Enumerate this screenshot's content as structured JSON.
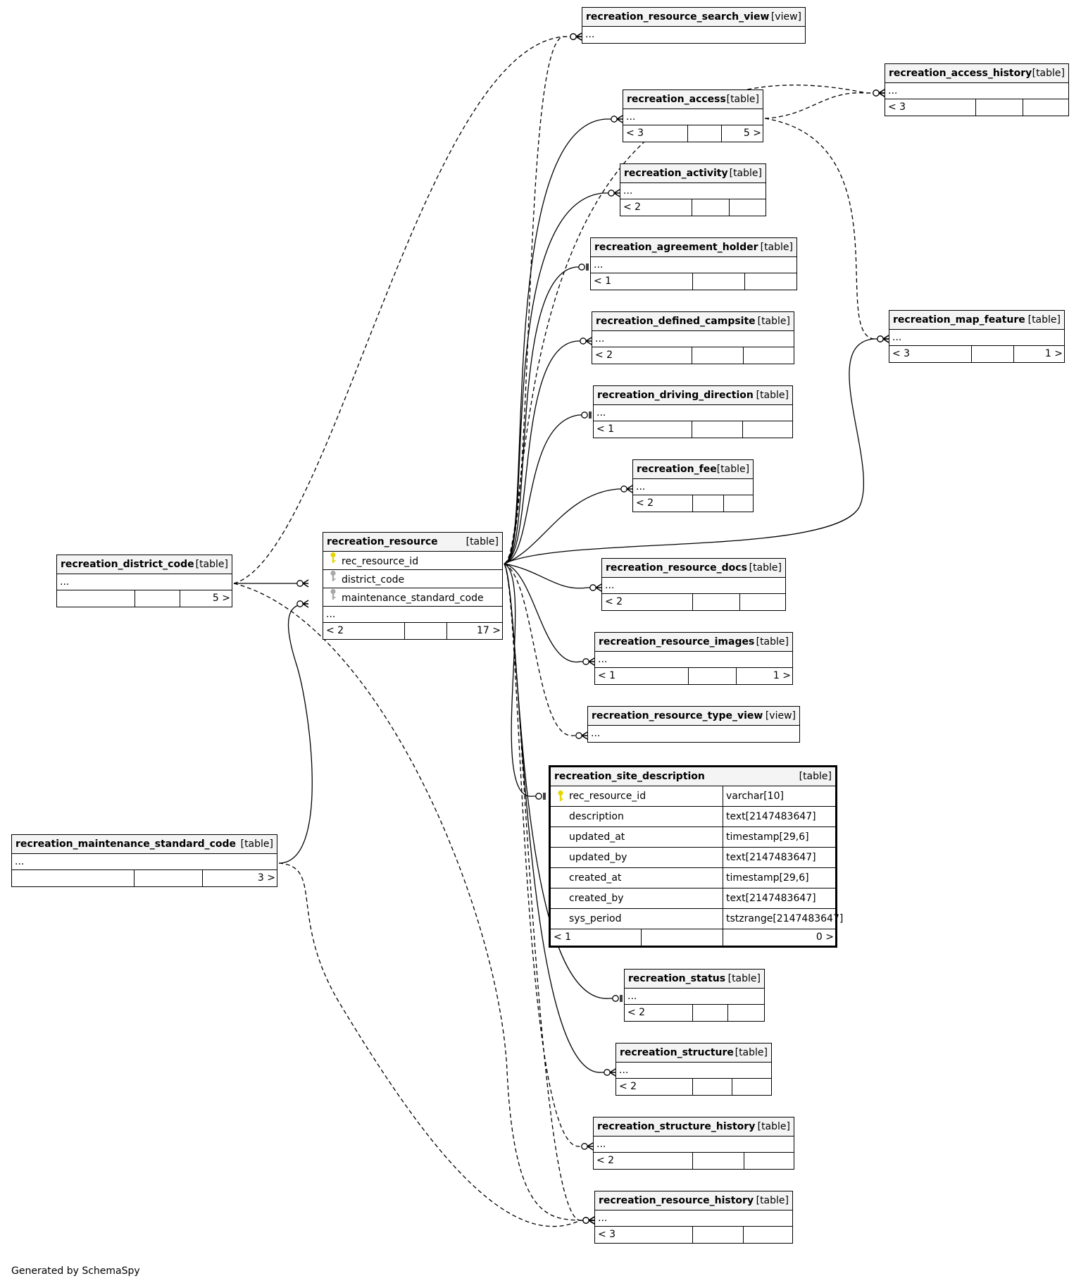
{
  "diagram": {
    "footer": "Generated by SchemaSpy",
    "focus_table": "recreation_site_description",
    "tables": [
      {
        "id": "recreation_resource_search_view",
        "name": "recreation_resource_search_view",
        "type": "[view]",
        "rows": [
          "..."
        ],
        "footer": null
      },
      {
        "id": "recreation_access_history",
        "name": "recreation_access_history",
        "type": "[table]",
        "rows": [
          "..."
        ],
        "footer": [
          "< 3",
          "",
          ""
        ]
      },
      {
        "id": "recreation_access",
        "name": "recreation_access",
        "type": "[table]",
        "rows": [
          "..."
        ],
        "footer": [
          "< 3",
          "",
          "5 >"
        ]
      },
      {
        "id": "recreation_activity",
        "name": "recreation_activity",
        "type": "[table]",
        "rows": [
          "..."
        ],
        "footer": [
          "< 2",
          "",
          ""
        ]
      },
      {
        "id": "recreation_agreement_holder",
        "name": "recreation_agreement_holder",
        "type": "[table]",
        "rows": [
          "..."
        ],
        "footer": [
          "< 1",
          "",
          ""
        ]
      },
      {
        "id": "recreation_defined_campsite",
        "name": "recreation_defined_campsite",
        "type": "[table]",
        "rows": [
          "..."
        ],
        "footer": [
          "< 2",
          "",
          ""
        ]
      },
      {
        "id": "recreation_map_feature",
        "name": "recreation_map_feature",
        "type": "[table]",
        "rows": [
          "..."
        ],
        "footer": [
          "< 3",
          "",
          "1 >"
        ]
      },
      {
        "id": "recreation_driving_direction",
        "name": "recreation_driving_direction",
        "type": "[table]",
        "rows": [
          "..."
        ],
        "footer": [
          "< 1",
          "",
          ""
        ]
      },
      {
        "id": "recreation_fee",
        "name": "recreation_fee",
        "type": "[table]",
        "rows": [
          "..."
        ],
        "footer": [
          "< 2",
          "",
          ""
        ]
      },
      {
        "id": "recreation_resource",
        "name": "recreation_resource",
        "type": "[table]",
        "columns": [
          {
            "name": "rec_resource_id",
            "key": "primary"
          },
          {
            "name": "district_code",
            "key": "foreign"
          },
          {
            "name": "maintenance_standard_code",
            "key": "foreign"
          }
        ],
        "rows": [
          "..."
        ],
        "footer": [
          "< 2",
          "",
          "17 >"
        ]
      },
      {
        "id": "recreation_district_code",
        "name": "recreation_district_code",
        "type": "[table]",
        "rows": [
          "..."
        ],
        "footer": [
          "",
          "",
          "5 >"
        ]
      },
      {
        "id": "recreation_resource_docs",
        "name": "recreation_resource_docs",
        "type": "[table]",
        "rows": [
          "..."
        ],
        "footer": [
          "< 2",
          "",
          ""
        ]
      },
      {
        "id": "recreation_resource_images",
        "name": "recreation_resource_images",
        "type": "[table]",
        "rows": [
          "..."
        ],
        "footer": [
          "< 1",
          "",
          "1 >"
        ]
      },
      {
        "id": "recreation_resource_type_view",
        "name": "recreation_resource_type_view",
        "type": "[view]",
        "rows": [
          "..."
        ],
        "footer": null
      },
      {
        "id": "recreation_site_description",
        "name": "recreation_site_description",
        "type": "[table]",
        "detail_columns": [
          {
            "name": "rec_resource_id",
            "type": "varchar[10]",
            "key": "primary"
          },
          {
            "name": "description",
            "type": "text[2147483647]",
            "key": ""
          },
          {
            "name": "updated_at",
            "type": "timestamp[29,6]",
            "key": ""
          },
          {
            "name": "updated_by",
            "type": "text[2147483647]",
            "key": ""
          },
          {
            "name": "created_at",
            "type": "timestamp[29,6]",
            "key": ""
          },
          {
            "name": "created_by",
            "type": "text[2147483647]",
            "key": ""
          },
          {
            "name": "sys_period",
            "type": "tstzrange[2147483647]",
            "key": ""
          }
        ],
        "footer": [
          "< 1",
          "",
          "0 >"
        ]
      },
      {
        "id": "recreation_maintenance_standard_code",
        "name": "recreation_maintenance_standard_code",
        "type": "[table]",
        "rows": [
          "..."
        ],
        "footer": [
          "",
          "",
          "3 >"
        ]
      },
      {
        "id": "recreation_status",
        "name": "recreation_status",
        "type": "[table]",
        "rows": [
          "..."
        ],
        "footer": [
          "< 2",
          "",
          ""
        ]
      },
      {
        "id": "recreation_structure",
        "name": "recreation_structure",
        "type": "[table]",
        "rows": [
          "..."
        ],
        "footer": [
          "< 2",
          "",
          ""
        ]
      },
      {
        "id": "recreation_structure_history",
        "name": "recreation_structure_history",
        "type": "[table]",
        "rows": [
          "..."
        ],
        "footer": [
          "< 2",
          "",
          ""
        ]
      },
      {
        "id": "recreation_resource_history",
        "name": "recreation_resource_history",
        "type": "[table]",
        "rows": [
          "..."
        ],
        "footer": [
          "< 3",
          "",
          ""
        ]
      }
    ],
    "relationships": [
      {
        "from": "recreation_resource",
        "to": "recreation_resource_search_view",
        "implied": true,
        "end": "zero-many"
      },
      {
        "from": "recreation_district_code",
        "to": "recreation_resource_search_view",
        "implied": true,
        "end": "zero-many"
      },
      {
        "from": "recreation_resource",
        "to": "recreation_access_history",
        "implied": true,
        "end": "zero-many"
      },
      {
        "from": "recreation_access",
        "to": "recreation_access_history",
        "implied": true,
        "end": "zero-many"
      },
      {
        "from": "recreation_access",
        "to": "recreation_map_feature",
        "implied": true,
        "end": "zero-many"
      },
      {
        "from": "recreation_resource",
        "to": "recreation_access",
        "implied": false,
        "end": "zero-many"
      },
      {
        "from": "recreation_resource",
        "to": "recreation_activity",
        "implied": false,
        "end": "zero-many"
      },
      {
        "from": "recreation_resource",
        "to": "recreation_agreement_holder",
        "implied": false,
        "end": "zero-one"
      },
      {
        "from": "recreation_resource",
        "to": "recreation_defined_campsite",
        "implied": false,
        "end": "zero-many"
      },
      {
        "from": "recreation_resource",
        "to": "recreation_driving_direction",
        "implied": false,
        "end": "zero-one"
      },
      {
        "from": "recreation_resource",
        "to": "recreation_fee",
        "implied": false,
        "end": "zero-many"
      },
      {
        "from": "recreation_resource",
        "to": "recreation_map_feature",
        "implied": false,
        "end": "zero-many"
      },
      {
        "from": "recreation_district_code",
        "to": "recreation_resource",
        "implied": false,
        "end": "zero-many"
      },
      {
        "from": "recreation_maintenance_standard_code",
        "to": "recreation_resource",
        "implied": false,
        "end": "zero-many"
      },
      {
        "from": "recreation_resource",
        "to": "recreation_resource_docs",
        "implied": false,
        "end": "zero-many"
      },
      {
        "from": "recreation_resource",
        "to": "recreation_resource_images",
        "implied": false,
        "end": "zero-many"
      },
      {
        "from": "recreation_resource",
        "to": "recreation_resource_type_view",
        "implied": true,
        "end": "zero-many"
      },
      {
        "from": "recreation_resource",
        "to": "recreation_site_description",
        "implied": false,
        "end": "zero-one"
      },
      {
        "from": "recreation_resource",
        "to": "recreation_status",
        "implied": false,
        "end": "zero-one"
      },
      {
        "from": "recreation_resource",
        "to": "recreation_structure",
        "implied": false,
        "end": "zero-many"
      },
      {
        "from": "recreation_resource",
        "to": "recreation_structure_history",
        "implied": true,
        "end": "zero-many"
      },
      {
        "from": "recreation_resource",
        "to": "recreation_resource_history",
        "implied": true,
        "end": "zero-many"
      },
      {
        "from": "recreation_district_code",
        "to": "recreation_resource_history",
        "implied": true,
        "end": "zero-many"
      },
      {
        "from": "recreation_maintenance_standard_code",
        "to": "recreation_resource_history",
        "implied": true,
        "end": "zero-many"
      }
    ]
  }
}
